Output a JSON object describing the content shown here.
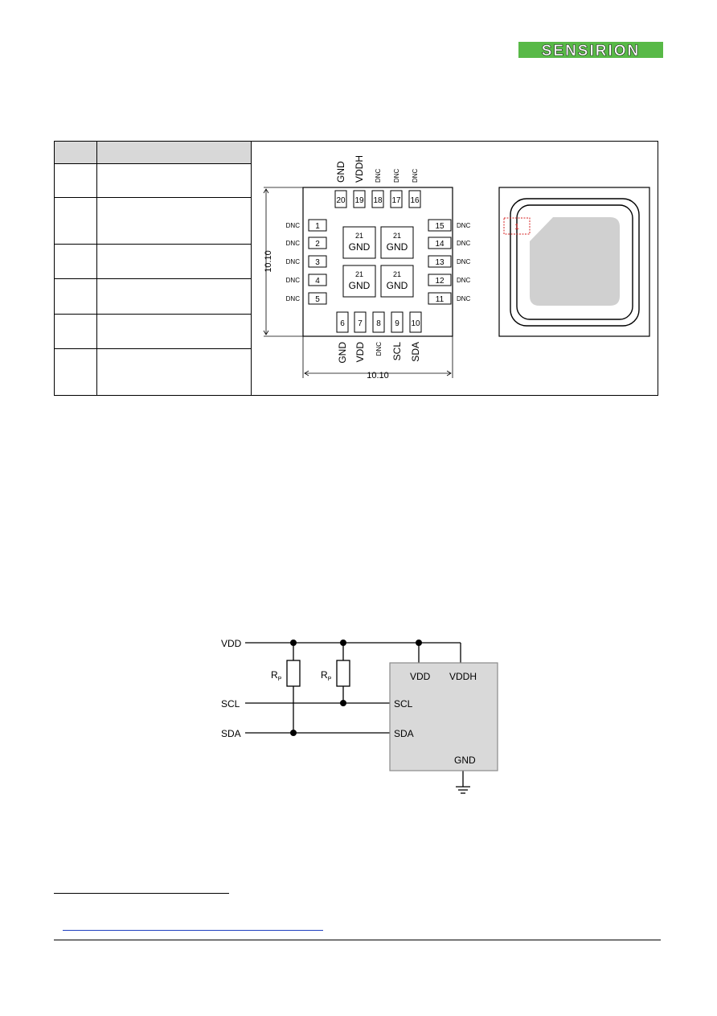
{
  "logo": {
    "text": "SENSIRION",
    "color": "#58b947"
  },
  "pinout": {
    "dimension_vertical": "10.10",
    "dimension_horizontal": "10.10",
    "top_pins": [
      {
        "num": "20",
        "label": "GND"
      },
      {
        "num": "19",
        "label": "VDDH"
      },
      {
        "num": "18",
        "label": "DNC"
      },
      {
        "num": "17",
        "label": "DNC"
      },
      {
        "num": "16",
        "label": "DNC"
      }
    ],
    "left_pins": [
      {
        "num": "1",
        "label": "DNC"
      },
      {
        "num": "2",
        "label": "DNC"
      },
      {
        "num": "3",
        "label": "DNC"
      },
      {
        "num": "4",
        "label": "DNC"
      },
      {
        "num": "5",
        "label": "DNC"
      }
    ],
    "right_pins": [
      {
        "num": "15",
        "label": "DNC"
      },
      {
        "num": "14",
        "label": "DNC"
      },
      {
        "num": "13",
        "label": "DNC"
      },
      {
        "num": "12",
        "label": "DNC"
      },
      {
        "num": "11",
        "label": "DNC"
      }
    ],
    "bottom_pins": [
      {
        "num": "6",
        "label": "GND"
      },
      {
        "num": "7",
        "label": "VDD"
      },
      {
        "num": "8",
        "label": "DNC"
      },
      {
        "num": "9",
        "label": "SCL"
      },
      {
        "num": "10",
        "label": "SDA"
      }
    ],
    "center_pads": [
      {
        "num": "21",
        "label": "GND"
      },
      {
        "num": "21",
        "label": "GND"
      },
      {
        "num": "21",
        "label": "GND"
      },
      {
        "num": "21",
        "label": "GND"
      }
    ],
    "package_pin1_marker": "1",
    "marker_color": "#d42020"
  },
  "schematic": {
    "rails": {
      "vdd": "VDD",
      "scl": "SCL",
      "sda": "SDA"
    },
    "resistors": [
      "R",
      "R"
    ],
    "resistor_subscript": "P",
    "chip_pins": {
      "vdd": "VDD",
      "vddh": "VDDH",
      "scl": "SCL",
      "sda": "SDA",
      "gnd": "GND"
    },
    "chip_fill": "#d9d9d9"
  }
}
